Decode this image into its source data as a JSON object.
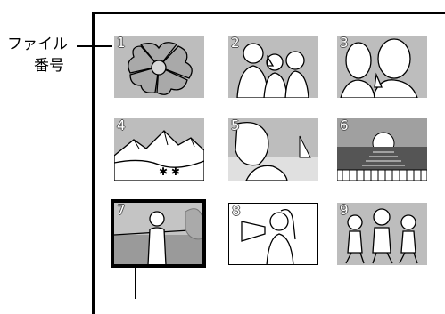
{
  "callouts": {
    "file_number_line1": "ファイル",
    "file_number_line2": "番号"
  },
  "thumbnails": [
    {
      "number": "1",
      "subject": "flower"
    },
    {
      "number": "2",
      "subject": "people-toasting"
    },
    {
      "number": "3",
      "subject": "people-toasting-closeup"
    },
    {
      "number": "4",
      "subject": "mountains"
    },
    {
      "number": "5",
      "subject": "woman-by-sea"
    },
    {
      "number": "6",
      "subject": "sunset"
    },
    {
      "number": "7",
      "subject": "girl-on-balcony",
      "selected": true
    },
    {
      "number": "8",
      "subject": "girl-with-megaphone"
    },
    {
      "number": "9",
      "subject": "children-running"
    }
  ]
}
